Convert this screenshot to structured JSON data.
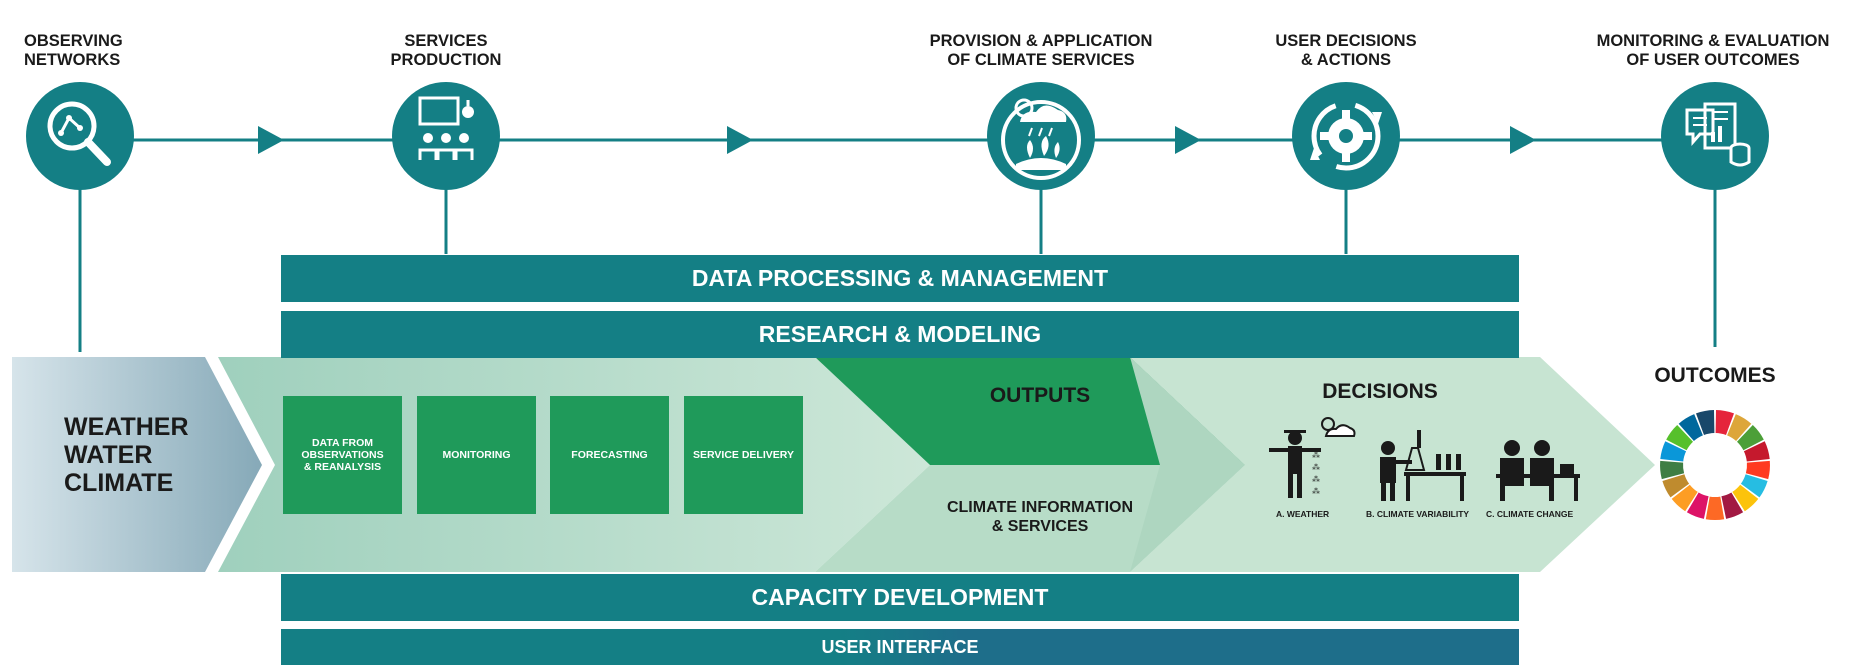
{
  "stages": [
    {
      "title": "OBSERVING\nNETWORKS",
      "icon": "magnifier-network-icon"
    },
    {
      "title": "SERVICES\nPRODUCTION",
      "icon": "presentation-people-icon"
    },
    {
      "title": "PROVISION & APPLICATION\nOF CLIMATE SERVICES",
      "icon": "weather-plants-icon"
    },
    {
      "title": "USER DECISIONS\n& ACTIONS",
      "icon": "gear-cycle-icon"
    },
    {
      "title": "MONITORING & EVALUATION\nOF USER OUTCOMES",
      "icon": "report-database-icon"
    }
  ],
  "bars": {
    "data_processing": "DATA PROCESSING & MANAGEMENT",
    "research": "RESEARCH & MODELING",
    "capacity": "CAPACITY DEVELOPMENT",
    "user_interface": "USER INTERFACE"
  },
  "inputs_label": "WEATHER\nWATER\nCLIMATE",
  "process_boxes": [
    "DATA FROM\nOBSERVATIONS\n& REANALYSIS",
    "MONITORING",
    "FORECASTING",
    "SERVICE DELIVERY"
  ],
  "outputs": {
    "heading": "OUTPUTS",
    "label": "CLIMATE INFORMATION\n& SERVICES"
  },
  "decisions": {
    "heading": "DECISIONS",
    "captions": [
      "A. WEATHER",
      "B. CLIMATE VARIABILITY",
      "C. CLIMATE CHANGE"
    ]
  },
  "outcomes": {
    "heading": "OUTCOMES",
    "icon": "sdg-wheel-icon"
  },
  "colors": {
    "teal": "#147f85",
    "green": "#1f9a5a",
    "light_green": "#bfe0cd",
    "pale_green": "#d7ece0",
    "input_grey_blue": "#8fb0be",
    "text": "#1a1a1a"
  }
}
